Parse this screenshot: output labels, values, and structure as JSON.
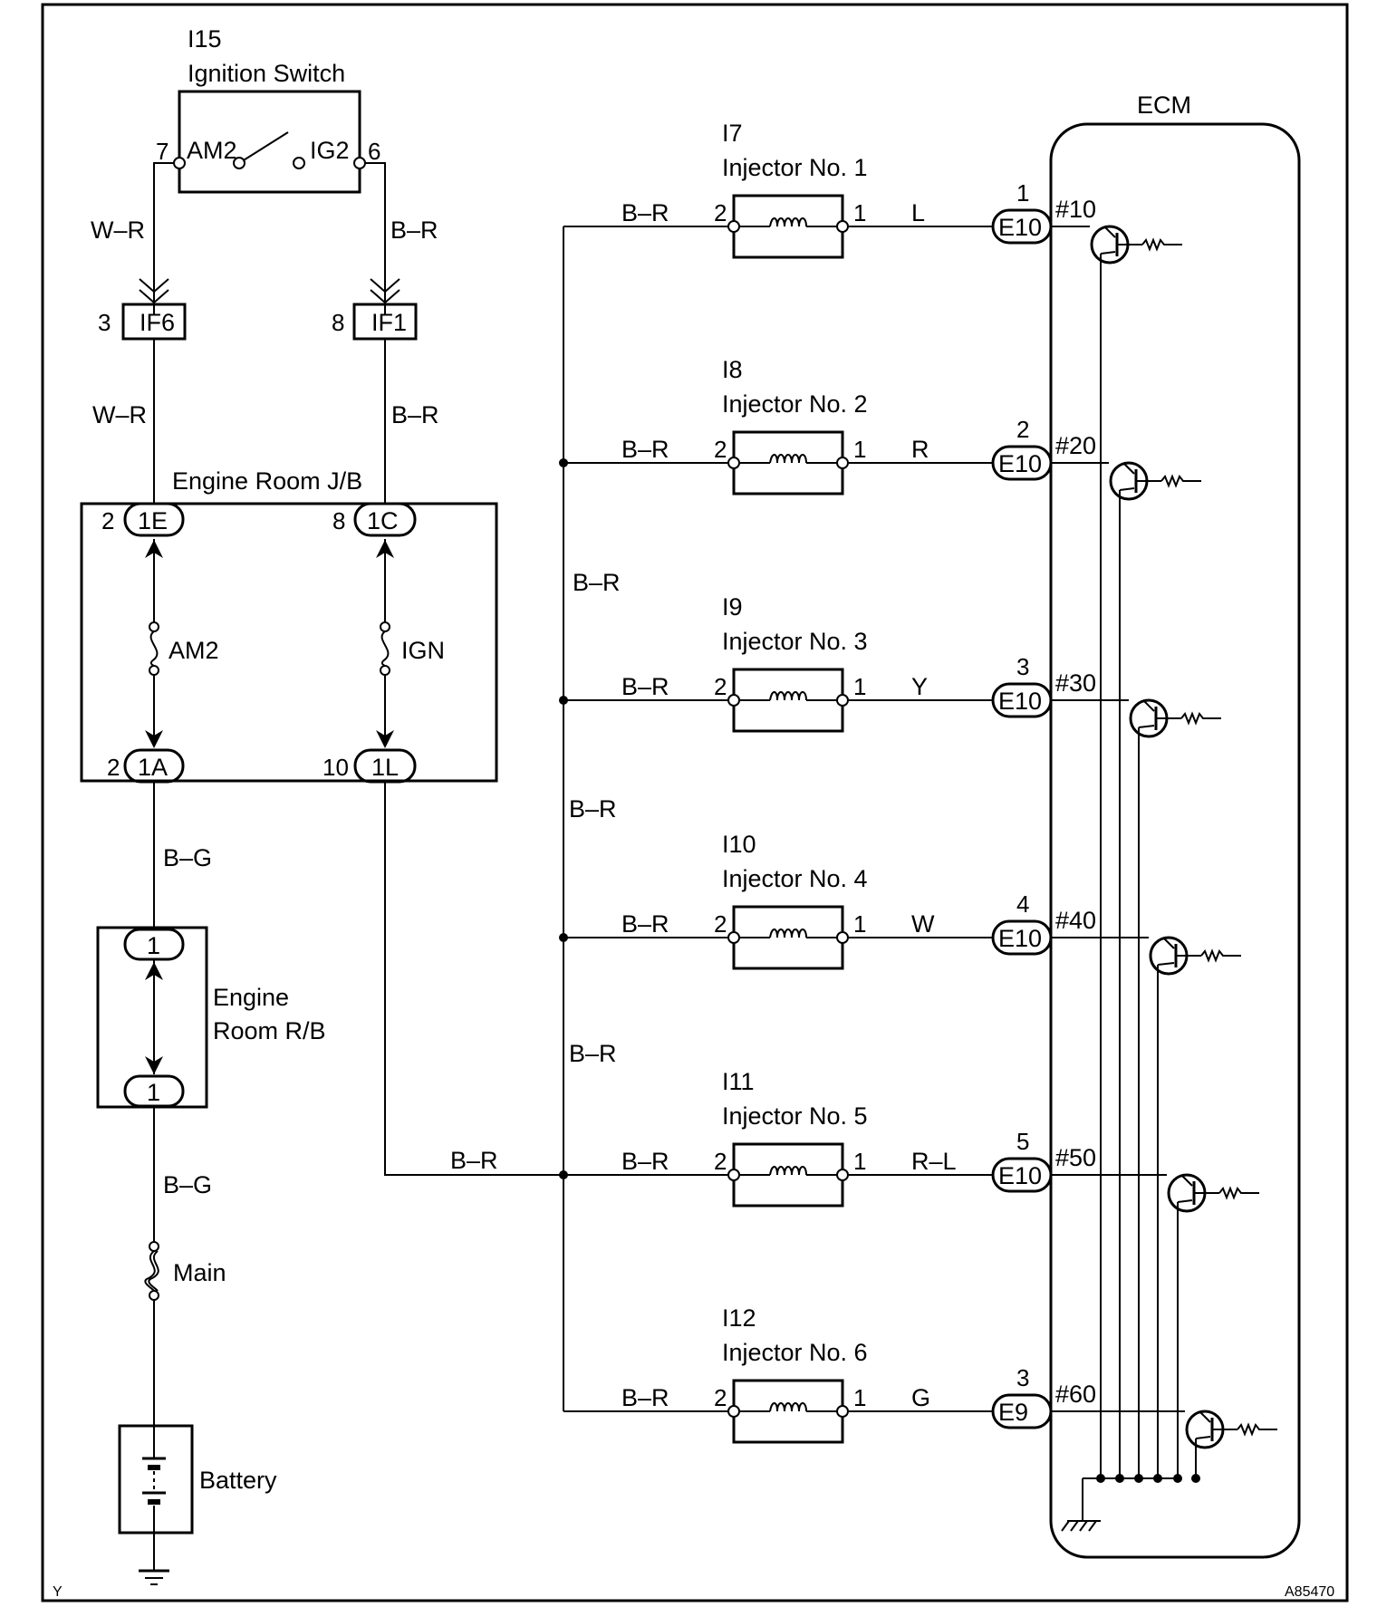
{
  "figure_id": "A85470",
  "corner_mark": "Y",
  "ignition_switch": {
    "code": "I15",
    "name": "Ignition Switch",
    "contact_left": "AM2",
    "contact_right": "IG2",
    "pin_left": "7",
    "pin_right": "6"
  },
  "wires": {
    "left_upper": "W–R",
    "left_lower": "W–R",
    "right_upper": "B–R",
    "right_lower": "B–R",
    "bg_upper": "B–G",
    "bg_lower": "B–G",
    "bus": "B–R",
    "bus_labels": [
      "B–R",
      "B–R",
      "B–R"
    ]
  },
  "connectors": {
    "if6": {
      "pin": "3",
      "name": "IF6"
    },
    "if1": {
      "pin": "8",
      "name": "IF1"
    }
  },
  "engine_room_jb": {
    "name": "Engine Room J/B",
    "top_left": {
      "pin": "2",
      "name": "1E"
    },
    "top_right": {
      "pin": "8",
      "name": "1C"
    },
    "bottom_left": {
      "pin": "2",
      "name": "1A"
    },
    "bottom_right": {
      "pin": "10",
      "name": "1L"
    },
    "fuse_left": "AM2",
    "fuse_right": "IGN"
  },
  "engine_room_rb": {
    "name_line1": "Engine",
    "name_line2": "Room R/B",
    "top_pin": "1",
    "bottom_pin": "1"
  },
  "main_fuse": "Main",
  "battery": "Battery",
  "ecm": {
    "name": "ECM"
  },
  "injectors": [
    {
      "code": "I7",
      "name": "Injector No. 1",
      "in_wire": "B–R",
      "pin_in": "2",
      "pin_out": "1",
      "out_wire": "L",
      "ecm_pin": "1",
      "ecm_conn": "E10",
      "signal": "#10"
    },
    {
      "code": "I8",
      "name": "Injector No. 2",
      "in_wire": "B–R",
      "pin_in": "2",
      "pin_out": "1",
      "out_wire": "R",
      "ecm_pin": "2",
      "ecm_conn": "E10",
      "signal": "#20"
    },
    {
      "code": "I9",
      "name": "Injector No. 3",
      "in_wire": "B–R",
      "pin_in": "2",
      "pin_out": "1",
      "out_wire": "Y",
      "ecm_pin": "3",
      "ecm_conn": "E10",
      "signal": "#30"
    },
    {
      "code": "I10",
      "name": "Injector No. 4",
      "in_wire": "B–R",
      "pin_in": "2",
      "pin_out": "1",
      "out_wire": "W",
      "ecm_pin": "4",
      "ecm_conn": "E10",
      "signal": "#40"
    },
    {
      "code": "I11",
      "name": "Injector No. 5",
      "in_wire": "B–R",
      "pin_in": "2",
      "pin_out": "1",
      "out_wire": "R–L",
      "ecm_pin": "5",
      "ecm_conn": "E10",
      "signal": "#50"
    },
    {
      "code": "I12",
      "name": "Injector No. 6",
      "in_wire": "B–R",
      "pin_in": "2",
      "pin_out": "1",
      "out_wire": "G",
      "ecm_pin": "3",
      "ecm_conn": "E9",
      "signal": "#60"
    }
  ]
}
